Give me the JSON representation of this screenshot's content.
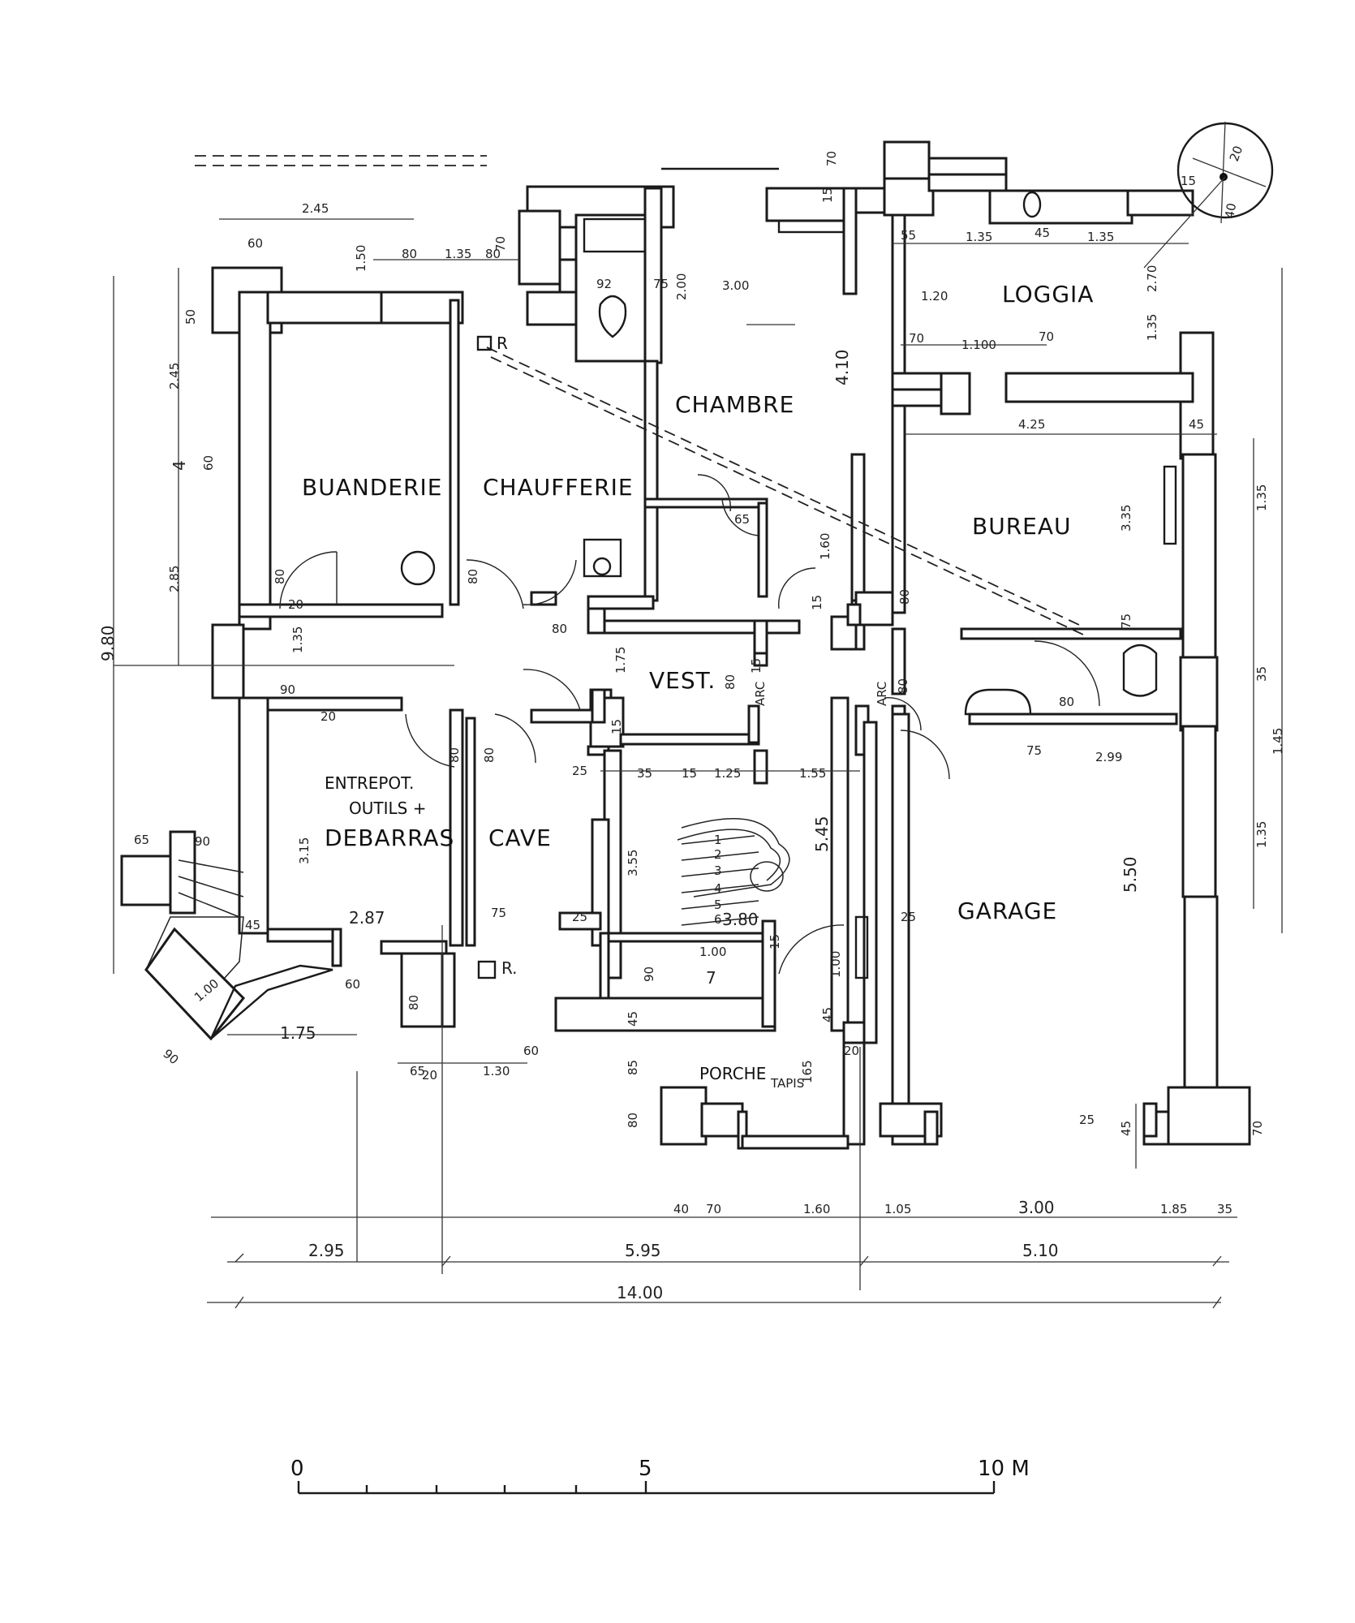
{
  "rooms": {
    "buanderie": "BUANDERIE",
    "chaufferie": "CHAUFFERIE",
    "chambre": "CHAMBRE",
    "loggia": "LOGGIA",
    "bureau": "BUREAU",
    "vest": "VEST.",
    "entrepot_1": "ENTREPOT.",
    "entrepot_2": "OUTILS +",
    "entrepot_3": "DEBARRAS",
    "cave": "CAVE",
    "garage": "GARAGE",
    "porche": "PORCHE",
    "tapis": "TAPIS"
  },
  "markers": {
    "r_top": "R",
    "r_bottom": "R.",
    "arc": "ARC"
  },
  "dimensions": {
    "total_width": "14.00",
    "seg_a": "2.95",
    "seg_b": "5.95",
    "seg_c": "5.10",
    "sub_40": "40",
    "sub_70": "70",
    "sub_160": "1.60",
    "sub_105": "1.05",
    "sub_300": "3.00",
    "sub_185": "1.85",
    "sub_35": "35",
    "total_height": "9.80",
    "left_4": "4",
    "left_285": "2.85",
    "left_245": "2.45",
    "left_60": "60",
    "left_50": "50",
    "top_245": "2.45",
    "top_60": "60",
    "top_150": "1.50",
    "top_80": "80",
    "top_135": "1.35",
    "top_80b": "80",
    "top_70": "70",
    "chambre_92": "92",
    "chambre_75": "75",
    "chambre_200": "2.00",
    "chambre_300": "3.00",
    "chambre_410": "4.10",
    "chambre_65": "65",
    "chambre_70": "70",
    "chambre_15": "15",
    "loggia_55": "55",
    "loggia_135": "1.35",
    "loggia_45": "45",
    "loggia_135b": "1.35",
    "loggia_120": "1.20",
    "loggia_70": "70",
    "loggia_100": "1.100",
    "loggia_270": "2.70",
    "loggia_135c": "1.35",
    "bureau_425": "4.25",
    "bureau_45": "45",
    "bureau_335": "3.35",
    "bureau_75": "75",
    "bureau_80": "80",
    "right_135": "1.35",
    "right_35": "35",
    "right_145": "1.45",
    "right_135b": "1.35",
    "buand_80": "80",
    "buand_20": "20",
    "buand_135": "1.35",
    "buand_90": "90",
    "buand_20b": "20",
    "chauff_80": "80",
    "chauff_80b": "80",
    "vest_175": "1.75",
    "vest_80": "80",
    "vest_15": "15",
    "vest_15b": "15",
    "mid_545": "5.45",
    "mid_160": "1.60",
    "mid_15": "15",
    "ent_80": "80",
    "ent_80b": "80",
    "ent_315": "3.15",
    "ent_287": "2.87",
    "ent_45": "45",
    "cave_75": "75",
    "cave_25": "25",
    "cave_25b": "25",
    "cave_35": "35",
    "cave_15": "15",
    "cave_125": "1.25",
    "cave_155": "1.55",
    "cave_355": "3.55",
    "cave_25c": "25",
    "stair_380": "3.80",
    "stair_100": "1.00",
    "stair_90": "90",
    "stair_15": "15",
    "stair_45": "45",
    "stair_45b": "45",
    "stair_85": "85",
    "stair_80": "80",
    "porche_165": "165",
    "porche_20": "20",
    "garage_80": "80",
    "garage_25": "25",
    "garage_550": "5.50",
    "garage_75": "75",
    "garage_299": "2.99",
    "garage_80b": "80",
    "garage_45": "45",
    "garage_70": "70",
    "garage_100": "1.00",
    "garage_25b": "25",
    "ext_65": "65",
    "ext_90": "90",
    "ext_100": "1.00",
    "ext_90b": "90",
    "ext_175": "1.75",
    "ext_60": "60",
    "ext_80": "80",
    "ext_65b": "65",
    "ext_130": "1.30",
    "ext_60b": "60",
    "ext_20": "20",
    "loggia_15": "15",
    "corner_40": "40",
    "corner_20": "20",
    "corner_70": "70"
  },
  "stair_steps": [
    "1",
    "2",
    "3",
    "4",
    "5",
    "6",
    "7"
  ],
  "scale": {
    "zero": "0",
    "five": "5",
    "ten": "10 M"
  },
  "colors": {
    "ink": "#1a1a1a",
    "paper": "#ffffff"
  }
}
